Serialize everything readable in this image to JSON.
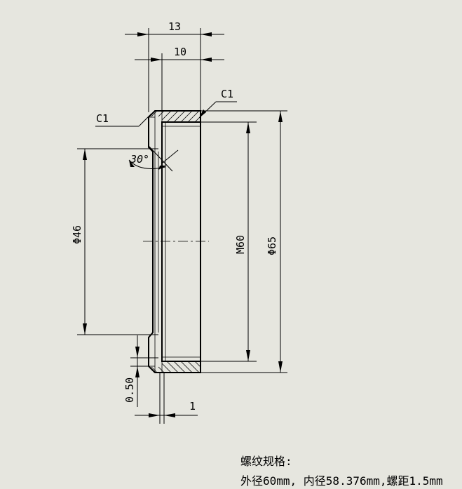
{
  "dimensions": {
    "width_13": "13",
    "width_10": "10",
    "chamfer_left": "C1",
    "chamfer_right": "C1",
    "angle": "30°",
    "dia_46": "Φ46",
    "thread_m60": "M60",
    "dia_65": "Φ65",
    "offset_050": "0.50",
    "offset_1": "1"
  },
  "notes": {
    "title": "螺纹规格:",
    "spec": "外径60mm, 内径58.376mm,螺距1.5mm"
  }
}
